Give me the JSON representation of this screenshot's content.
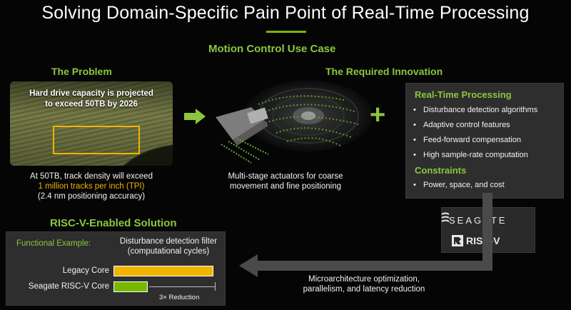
{
  "title": "Solving Domain-Specific Pain Point of Real-Time Processing",
  "use_case": "Motion Control Use Case",
  "problem": {
    "heading": "The Problem",
    "image_caption_line1": "Hard drive capacity is projected",
    "image_caption_line2": "to exceed 50TB by 2026",
    "text_line1": "At 50TB, track density will exceed",
    "text_accent": "1 million tracks per inch (TPI)",
    "text_line3": "(2.4 nm positioning accuracy)"
  },
  "innovation": {
    "heading": "The Required Innovation",
    "caption_line1": "Multi-stage actuators for coarse",
    "caption_line2": "movement and fine positioning"
  },
  "realtime_panel": {
    "heading": "Real-Time Processing",
    "items": [
      "Disturbance detection algorithms",
      "Adaptive control features",
      "Feed-forward compensation",
      "High sample-rate computation"
    ],
    "constraints_heading": "Constraints",
    "constraints": [
      "Power, space, and cost"
    ]
  },
  "logos": {
    "seagate": "SEAGATE",
    "riscv": "RISC-V"
  },
  "arrow_caption_line1": "Microarchitecture optimization,",
  "arrow_caption_line2": "parallelism, and latency reduction",
  "solution": {
    "heading": "RISC-V-Enabled Solution",
    "functional_example": "Functional Example:",
    "filter_line1": "Disturbance detection filter",
    "filter_line2": "(computational cycles)",
    "legacy_label": "Legacy Core",
    "risc_label": "Seagate RISC-V Core",
    "reduction": "3× Reduction",
    "legacy_relative": 3,
    "risc_relative": 1
  },
  "colors": {
    "accent_green": "#8cc63f",
    "accent_yellow": "#f0b400"
  }
}
